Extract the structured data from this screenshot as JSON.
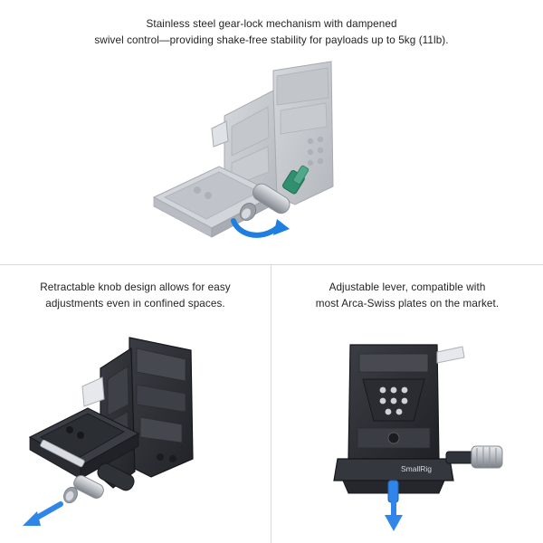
{
  "document": {
    "title": "SmallRig V-mount battery plate product feature panels",
    "background_color": "#ffffff",
    "divider_color": "#d9d9d9",
    "text_color": "#231f20"
  },
  "panels": [
    {
      "id": "top",
      "caption_line1": "Stainless steel gear-lock mechanism with dampened",
      "caption_line2": "swivel control—providing shake-free stability for payloads up to 5kg (11lb).",
      "figure": {
        "name": "v-mount-plate-with-quick-release-and-swivel-knob",
        "body_color": "#c9ccd1",
        "accent_color": "#1f7fe0",
        "detail_color": "#2f8f6e",
        "arrow_label": "rotation-arrow"
      }
    },
    {
      "id": "bottom-left",
      "caption_line1": "Retractable knob design allows for easy",
      "caption_line2": "adjustments even in confined spaces.",
      "figure": {
        "name": "v-mount-plate-with-retractable-knob",
        "body_color": "#2b2d31",
        "accent_color": "#2f86e8",
        "arrow_label": "pull-out-arrow"
      }
    },
    {
      "id": "bottom-right",
      "caption_line1": "Adjustable lever, compatible with",
      "caption_line2": "most Arca-Swiss plates on the market.",
      "figure": {
        "name": "v-mount-plate-front-with-adjustable-lever",
        "body_color": "#2b2d31",
        "accent_color": "#2f86e8",
        "brand_text": "SmallRig",
        "arrow_label": "down-arrow"
      }
    }
  ]
}
